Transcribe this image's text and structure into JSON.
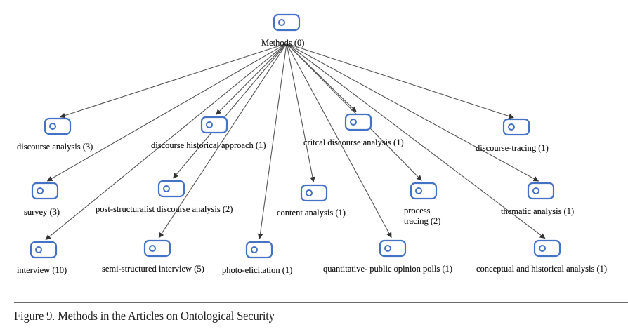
{
  "diagram": {
    "type": "tree",
    "root": {
      "id": "methods",
      "label": "Methods (0)",
      "name": "Methods",
      "count": 0
    },
    "nodes": [
      {
        "id": "discourse-analysis",
        "label": "discourse analysis (3)",
        "name": "discourse analysis",
        "count": 3
      },
      {
        "id": "discourse-historical-approach",
        "label": "discourse historical approach (1)",
        "name": "discourse historical approach",
        "count": 1
      },
      {
        "id": "critical-discourse-analysis",
        "label": "critcal discourse analysis (1)",
        "name": "critcal discourse analysis",
        "count": 1
      },
      {
        "id": "discourse-tracing",
        "label": "discourse-tracing  (1)",
        "name": "discourse-tracing",
        "count": 1
      },
      {
        "id": "survey",
        "label": "survey (3)",
        "name": "survey",
        "count": 3
      },
      {
        "id": "post-structuralist-discourse-analysis",
        "label": "post-structuralist discourse analysis (2)",
        "name": "post-structuralist discourse analysis",
        "count": 2
      },
      {
        "id": "content-analysis",
        "label": "content analysis (1)",
        "name": "content analysis",
        "count": 1
      },
      {
        "id": "process-tracing",
        "label": "process tracing (2)",
        "name": "process tracing",
        "count": 2
      },
      {
        "id": "thematic-analysis",
        "label": "thematic analysis (1)",
        "name": "thematic analysis",
        "count": 1
      },
      {
        "id": "interview",
        "label": "interview (10)",
        "name": "interview",
        "count": 10
      },
      {
        "id": "semi-structured-interview",
        "label": "semi-structured interview (5)",
        "name": "semi-structured interview",
        "count": 5
      },
      {
        "id": "photo-elicitation",
        "label": "photo-elicitation (1)",
        "name": "photo-elicitation",
        "count": 1
      },
      {
        "id": "quantitative-public-opinion-polls",
        "label": "quantitative- public opinion polls (1)",
        "name": "quantitative- public opinion polls",
        "count": 1
      },
      {
        "id": "conceptual-and-historical-analysis",
        "label": "conceptual and historical analysis (1)",
        "name": "conceptual and historical analysis",
        "count": 1
      }
    ],
    "edges": [
      {
        "from": "methods",
        "to": "discourse-analysis"
      },
      {
        "from": "methods",
        "to": "discourse-historical-approach"
      },
      {
        "from": "methods",
        "to": "critical-discourse-analysis"
      },
      {
        "from": "methods",
        "to": "discourse-tracing"
      },
      {
        "from": "methods",
        "to": "survey"
      },
      {
        "from": "methods",
        "to": "post-structuralist-discourse-analysis"
      },
      {
        "from": "methods",
        "to": "content-analysis"
      },
      {
        "from": "methods",
        "to": "process-tracing"
      },
      {
        "from": "methods",
        "to": "thematic-analysis"
      },
      {
        "from": "methods",
        "to": "interview"
      },
      {
        "from": "methods",
        "to": "semi-structured-interview"
      },
      {
        "from": "methods",
        "to": "photo-elicitation"
      },
      {
        "from": "methods",
        "to": "quantitative-public-opinion-polls"
      },
      {
        "from": "methods",
        "to": "conceptual-and-historical-analysis"
      }
    ],
    "icon": "toggle-node-icon",
    "colors": {
      "node_icon": "#4472C4",
      "edge": "#555555",
      "text": "#1a1a1a"
    }
  },
  "caption": "Figure 9. Methods in the Articles on Ontological Security"
}
